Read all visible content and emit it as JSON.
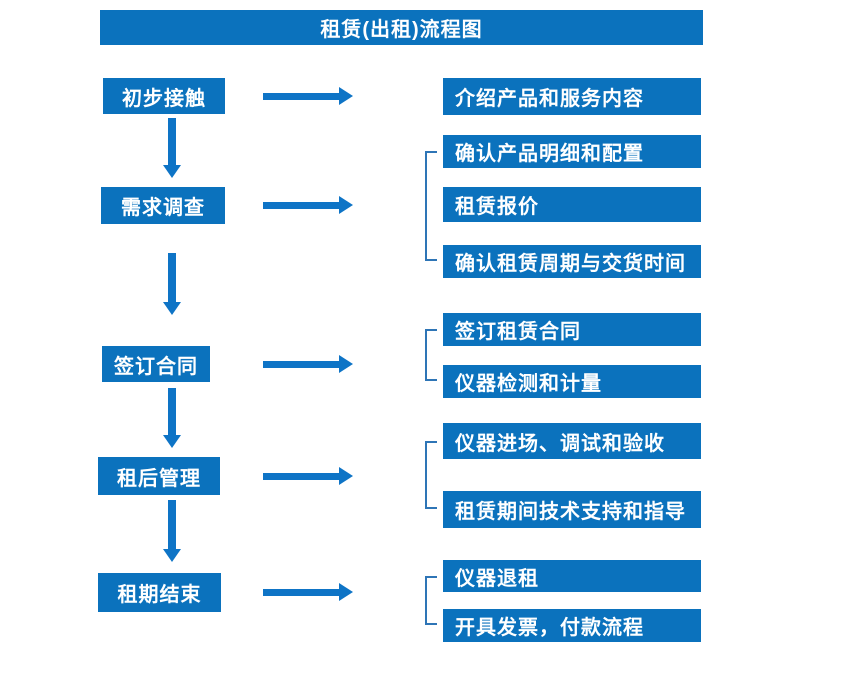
{
  "title": "租赁(出租)流程图",
  "colors": {
    "box_blue": "#0B72BD",
    "arrow_blue": "#0E74C6",
    "bracket_blue": "#2E75B6",
    "text_white": "#FFFFFF",
    "background": "#FFFFFF"
  },
  "steps": [
    {
      "label": "初步接触",
      "details": [
        "介绍产品和服务内容"
      ]
    },
    {
      "label": "需求调查",
      "details": [
        "确认产品明细和配置",
        "租赁报价",
        "确认租赁周期与交货时间"
      ]
    },
    {
      "label": "签订合同",
      "details": [
        "签订租赁合同",
        "仪器检测和计量"
      ]
    },
    {
      "label": "租后管理",
      "details": [
        "仪器进场、调试和验收",
        "租赁期间技术支持和指导"
      ]
    },
    {
      "label": "租期结束",
      "details": [
        "仪器退租",
        "开具发票，付款流程"
      ]
    }
  ]
}
